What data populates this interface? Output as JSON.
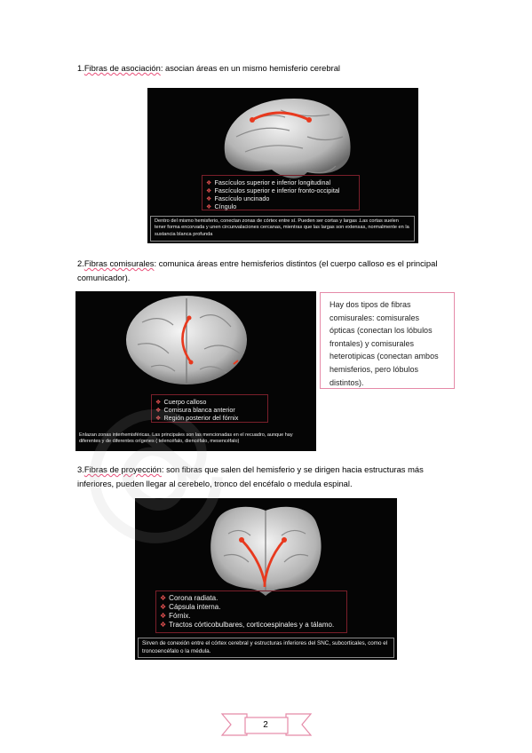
{
  "sections": [
    {
      "number": "1.",
      "term": "Fibras de asociación",
      "rest": ": asocian áreas en un mismo hemisferio cerebral",
      "list": [
        "Fascículos superior e inferior longitudinal",
        "Fascículos superior e inferior fronto-occipital",
        "Fascículo uncinado",
        "Cíngulo"
      ],
      "caption": "Dentro del mismo hemisferio, conectan zonas de córtex entre sí. Pueden ser cortas y largas .Las cortas suelen tener forma encorvada y unen circunvalaciones cercanas, mientras que las largas son extensas, normalmente en la sustancia blanca profunda"
    },
    {
      "number": "2.",
      "term": "Fibras comisurales",
      "rest": ": comunica áreas entre hemisferios distintos (el cuerpo calloso es el principal comunicador).",
      "list": [
        "Cuerpo calloso",
        "Comisura blanca anterior",
        "Región posterior del fórnix"
      ],
      "caption": "Enlazan zonas interhemisféricas. Las principales son las mencionadas en el recuadro, aunque hay diferentes y de diferentes orígenes ( telencéfalo, diencéfalo, mesencéfalo)"
    },
    {
      "number": "3.",
      "term": "Fibras de proyección",
      "rest": ": son fibras que salen del hemisferio y se dirigen hacia estructuras más inferiores, pueden llegar al cerebelo, tronco del encéfalo o medula espinal.",
      "list": [
        "Corona radiata.",
        "Cápsula interna.",
        "Fórnix.",
        "Tractos córticobulbares, corticoespinales y a tálamo."
      ],
      "caption": "Sirven de conexión entre el córtex cerebral y estructuras inferiores del SNC, subcorticales, como el troncoencéfalo o la médula."
    }
  ],
  "note": "Hay dos tipos de fibras comisurales: comisurales ópticas (conectan los lóbulos frontales) y comisurales heterotipicas (conectan ambos hemisferios, pero lóbulos distintos).",
  "page_number": "2",
  "colors": {
    "accent": "#e58aa8",
    "arrow": "#e8391e",
    "list_border": "#7a1f2a"
  }
}
